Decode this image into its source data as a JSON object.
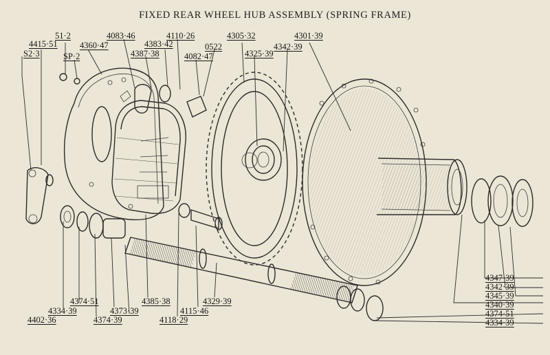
{
  "title": "FIXED REAR WHEEL HUB ASSEMBLY (SPRING FRAME)",
  "labels": {
    "l_51_2": "51·2",
    "l_4415_51": "4415·51",
    "l_s2_3": "S2·3",
    "l_sp_2": "SP·2",
    "l_4360_47": "4360·47",
    "l_4083_46": "4083·46",
    "l_4387_38": "4387·38",
    "l_4383_42": "4383·42",
    "l_4110_26": "4110·26",
    "l_4082_47": "4082·47",
    "l_0522": "0522",
    "l_4305_32": "4305·32",
    "l_4325_39": "4325·39",
    "l_4342_39_top": "4342·39",
    "l_4301_39": "4301·39",
    "l_4374_51_a": "4374·51",
    "l_4334_39_a": "4334·39",
    "l_4402_36": "4402·36",
    "l_4374_39": "4374·39",
    "l_4373_39": "4373·39",
    "l_4385_38": "4385·38",
    "l_4118_29": "4118·29",
    "l_4115_46": "4115·46",
    "l_4329_39": "4329·39",
    "l_4347_39": "4347·39",
    "l_4342_39_r": "4342·39",
    "l_4345_39": "4345·39",
    "l_4340_39": "4340·39",
    "l_4374_51_r": "4374·51",
    "l_4334_39_r": "4334·39"
  }
}
